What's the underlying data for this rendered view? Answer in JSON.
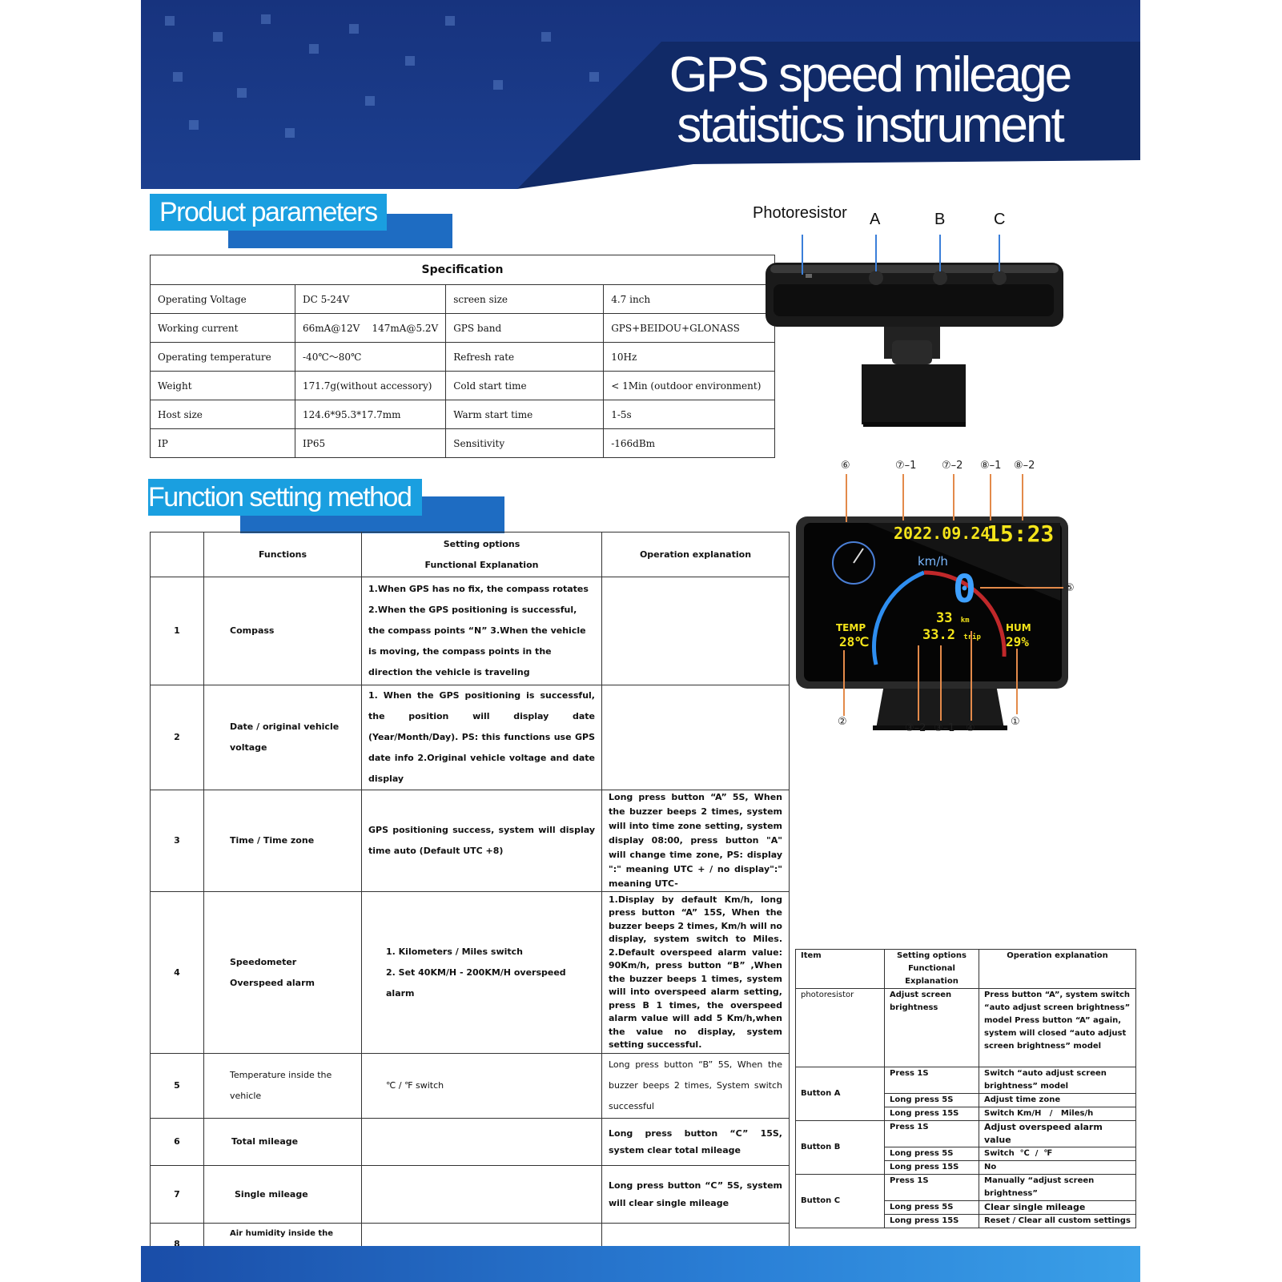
{
  "banner": {
    "title_line1": "GPS speed mileage",
    "title_line2": "statistics instrument"
  },
  "sections": {
    "product_parameters": "Product parameters",
    "function_setting": "Function setting method"
  },
  "spec_table": {
    "header": "Specification",
    "rows": [
      [
        "Operating Voltage",
        "DC 5-24V",
        "screen size",
        "4.7 inch"
      ],
      [
        "Working current",
        "66mA@12V    147mA@5.2V",
        "GPS band",
        "GPS+BEIDOU+GLONASS"
      ],
      [
        "Operating temperature",
        "-40℃～80℃",
        "Refresh rate",
        "10Hz"
      ],
      [
        "Weight",
        "171.7g(without accessory)",
        "Cold start time",
        "< 1Min (outdoor environment)"
      ],
      [
        "Host size",
        "124.6*95.3*17.7mm",
        "Warm start time",
        "1-5s"
      ],
      [
        "IP",
        "IP65",
        "Sensitivity",
        "-166dBm"
      ]
    ]
  },
  "device_labels": {
    "photoresistor": "Photoresistor",
    "a": "A",
    "b": "B",
    "c": "C"
  },
  "display": {
    "date": "2022.09.24",
    "time": "15:23",
    "speed_unit": "km/h",
    "speed": "0",
    "odometer": "33",
    "odometer_unit": "km",
    "trip": "33.2",
    "trip_unit": "trip",
    "temp_label": "TEMP",
    "temp_value": "28℃",
    "hum_label": "HUM",
    "hum_value": "29%",
    "callouts": {
      "c6": "⑥",
      "c7_1": "⑦–1",
      "c7_2": "⑦–2",
      "c8_1": "⑧–1",
      "c8_2": "⑧–2",
      "c5": "⑤",
      "c2": "②",
      "c3_2": "③–2",
      "c3_1": "③–1",
      "c4": "④",
      "c1": "①"
    }
  },
  "function_table": {
    "headers": {
      "functions": "Functions",
      "setting_line1": "Setting options",
      "setting_line2": "Functional Explanation",
      "operation": "Operation explanation"
    },
    "rows": [
      {
        "num": "1",
        "function": "Compass",
        "setting": "1.When GPS has no fix, the compass rotates 2.When the GPS positioning is successful, the compass points “N” 3.When the vehicle is moving, the compass points in the direction the vehicle is traveling",
        "operation": ""
      },
      {
        "num": "2",
        "function": "Date / original vehicle voltage",
        "setting": "1.   When the GPS positioning is successful, the position will display date (Year/Month/Day). PS: this functions use GPS date info 2.Original vehicle voltage and date display",
        "operation": ""
      },
      {
        "num": "3",
        "function": "Time / Time zone",
        "setting": "GPS positioning success, system will display time auto (Default UTC +8)",
        "operation": "Long press button “A” 5S,  When the buzzer beeps 2 times, system will into time zone setting, system display 08:00, press button \"A\" will change time zone, PS: display \":\" meaning UTC + / no display\":\" meaning UTC-"
      },
      {
        "num": "4",
        "function_line1": "Speedometer",
        "function_line2": "Overspeed alarm",
        "setting_line1": "1. Kilometers / Miles switch",
        "setting_line2": "2. Set 40KM/H - 200KM/H overspeed alarm",
        "operation": "1.Display by default Km/h, long press button “A” 15S, When the buzzer beeps 2 times, Km/h will no display, system switch to Miles. 2.Default overspeed alarm value: 90Km/h, press button “B” ,When the buzzer beeps 1 times, system will into overspeed alarm setting, press B 1 times, the  overspeed alarm value will add 5 Km/h,when the value no display, system setting successful."
      },
      {
        "num": "5",
        "function": "Temperature inside the vehicle",
        "setting": "℃ / ℉ switch",
        "operation": "Long press button “B” 5S, When the buzzer beeps 2 times, System switch successful"
      },
      {
        "num": "6",
        "function": "Total mileage",
        "setting": "",
        "operation": "Long press button “C” 15S, system clear total mileage"
      },
      {
        "num": "7",
        "function": "Single mileage",
        "setting": "",
        "operation": "Long press button “C” 5S, system will clear single mileage"
      },
      {
        "num": "8",
        "function": "Air humidity inside the vehicle",
        "setting": "",
        "operation": ""
      }
    ]
  },
  "button_table": {
    "headers": {
      "item": "Item",
      "setting_line1": "Setting options",
      "setting_line2": "Functional",
      "setting_line3": "Explanation",
      "operation": "Operation explanation"
    },
    "photoresistor": {
      "item": "photoresistor",
      "setting": "Adjust screen brightness",
      "operation": "Press button “A”, system switch “auto adjust screen brightness” model Press button “A” again, system will closed “auto adjust screen brightness” model"
    },
    "button_a": {
      "item": "Button A",
      "rows": [
        [
          "Press 1S",
          "Switch “auto adjust screen brightness” model"
        ],
        [
          "Long press 5S",
          "Adjust time zone"
        ],
        [
          "Long press 15S",
          "Switch Km/H   /   Miles/h"
        ]
      ]
    },
    "button_b": {
      "item": "Button B",
      "rows": [
        [
          "Press 1S",
          "Adjust overspeed alarm value"
        ],
        [
          "Long press 5S",
          "Switch  ℃  /  ℉"
        ],
        [
          "Long press 15S",
          "No"
        ]
      ]
    },
    "button_c": {
      "item": "Button C",
      "rows": [
        [
          "Press 1S",
          "Manually “adjust screen brightness”"
        ],
        [
          "Long press 5S",
          "Clear single mileage"
        ],
        [
          "Long press 15S",
          "Reset / Clear all custom settings"
        ]
      ]
    }
  }
}
